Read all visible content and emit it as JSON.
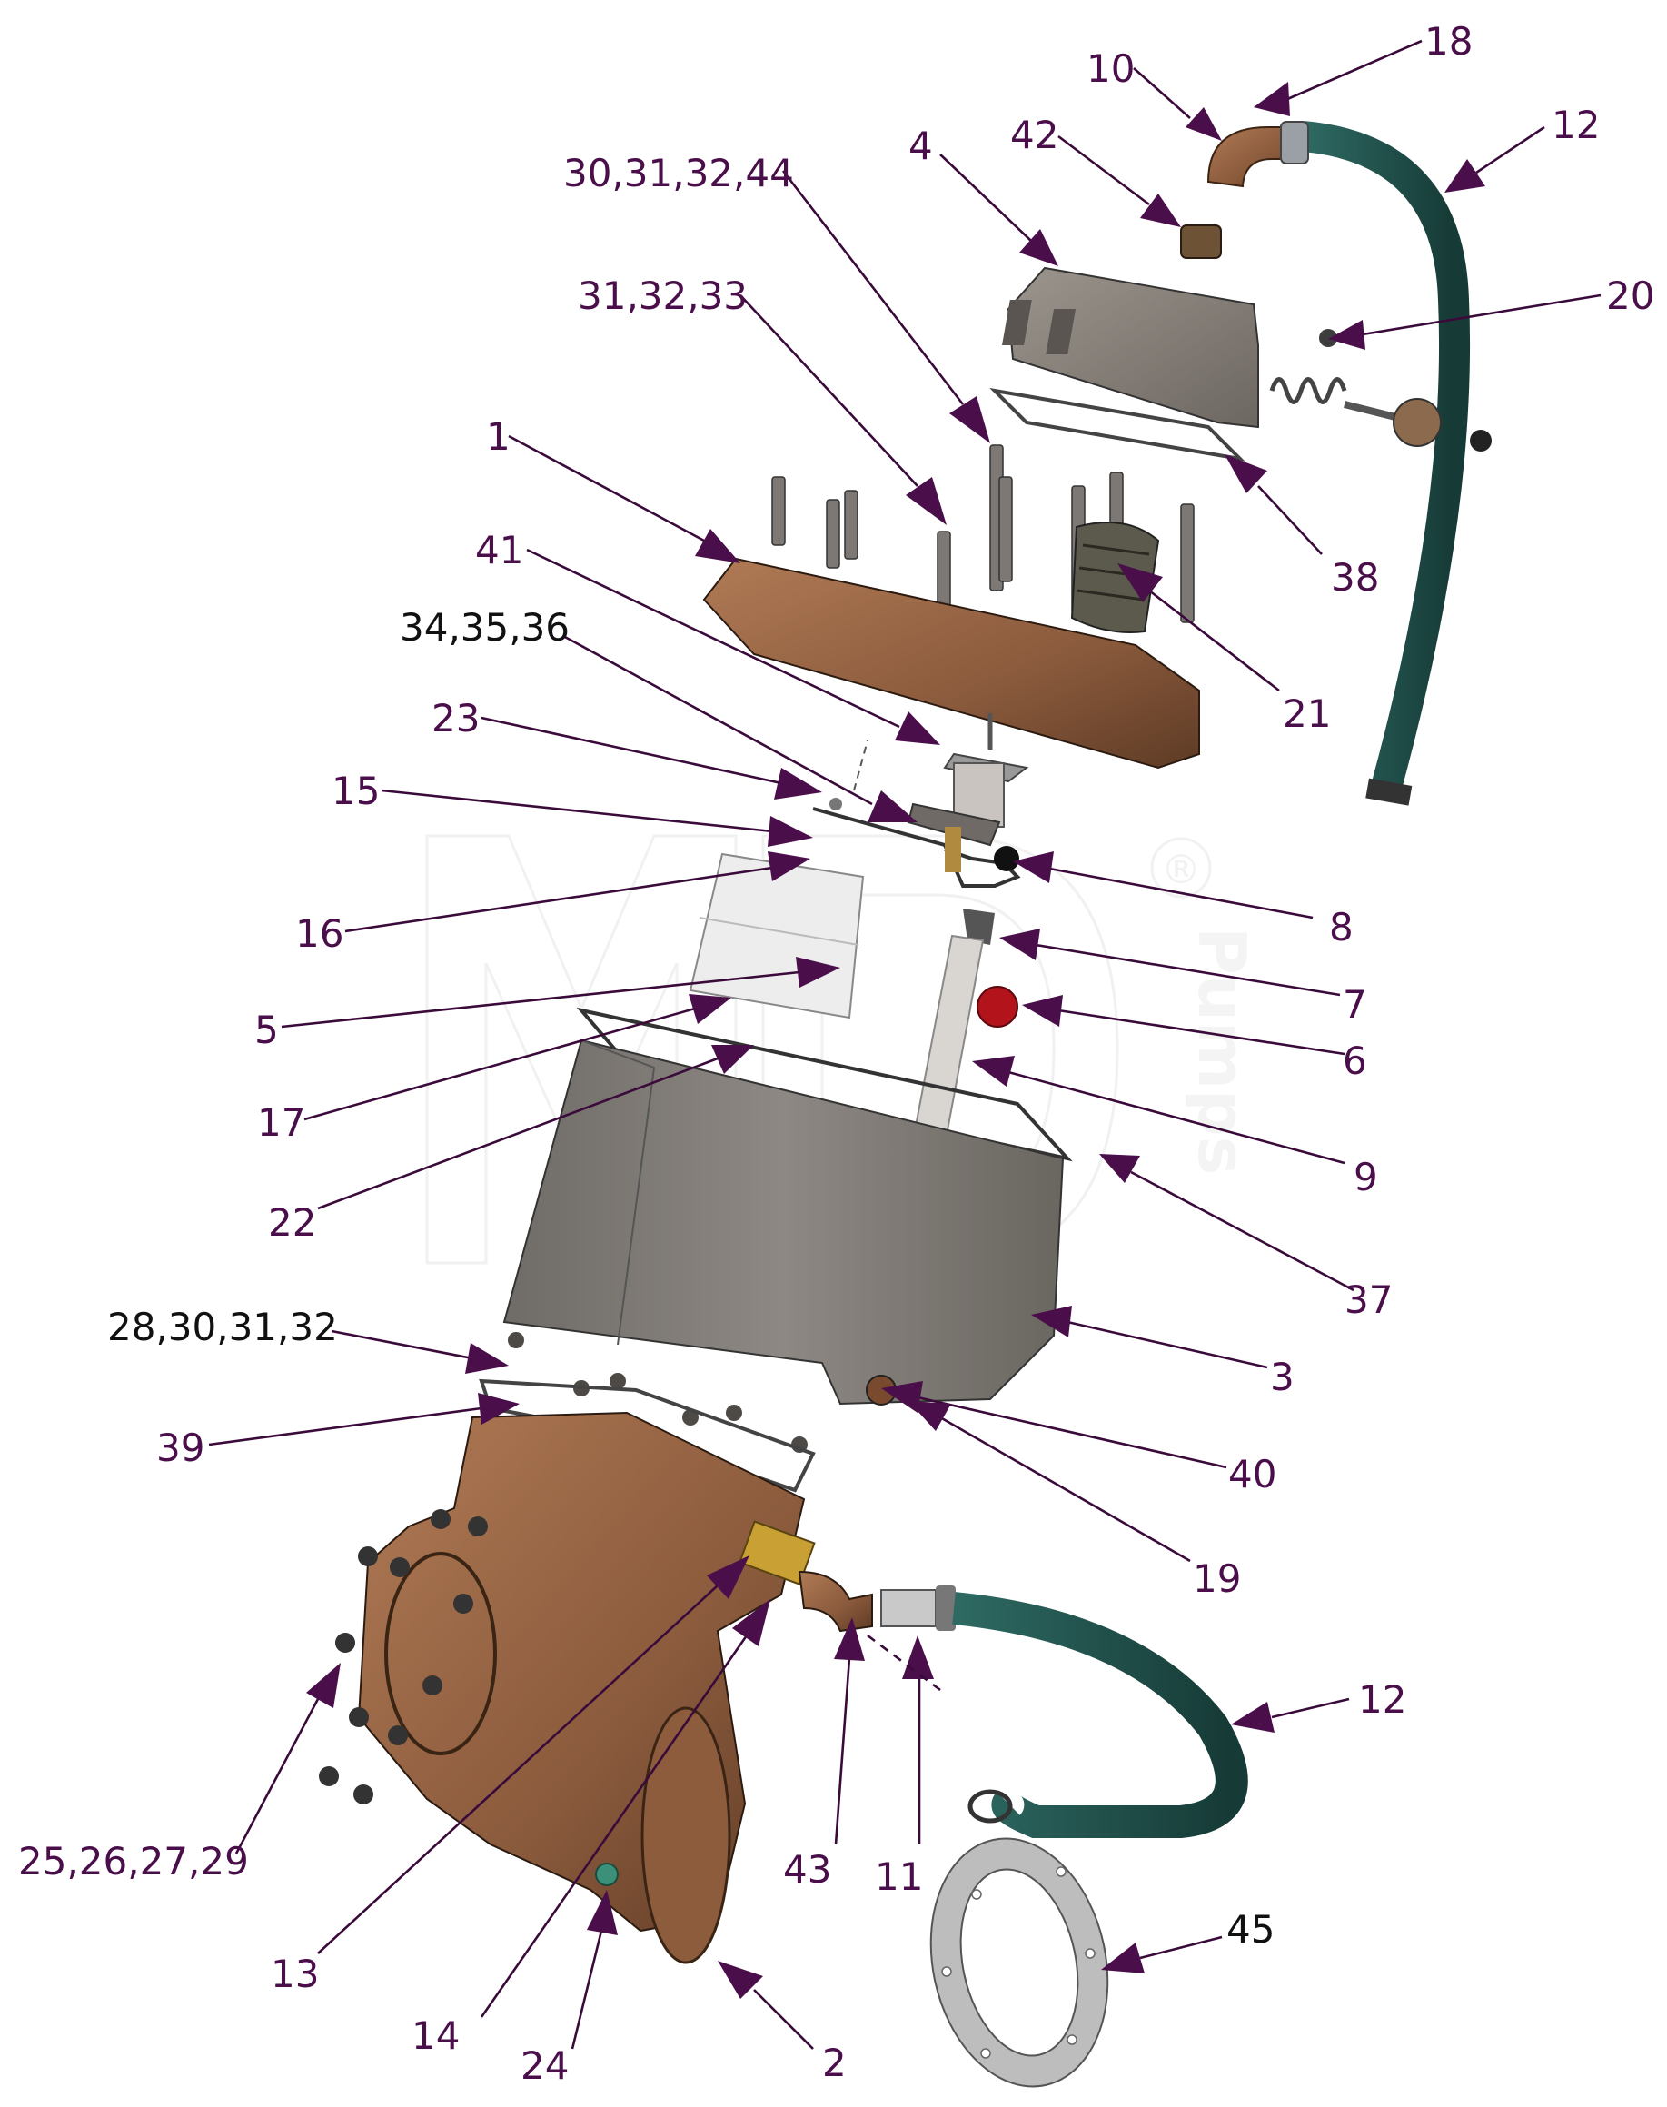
{
  "diagram": {
    "title": "",
    "watermark": {
      "brand": "MD",
      "registered_mark": "®",
      "word": "Pumps"
    },
    "colors": {
      "label_color": "#4a0f4a",
      "black_label_color": "#111111",
      "leader_color": "#3a0a3a",
      "bronze": "#8a5a3c",
      "steel": "#8b8680",
      "hose": "#1f4a45",
      "ring": "#b9b9b9",
      "red_ball": "#b3141c"
    },
    "callouts": [
      {
        "id": "c18",
        "text": "18"
      },
      {
        "id": "c10",
        "text": "10"
      },
      {
        "id": "c12a",
        "text": "12"
      },
      {
        "id": "c42",
        "text": "42"
      },
      {
        "id": "c4",
        "text": "4"
      },
      {
        "id": "c30group",
        "text": "30,31,32,44"
      },
      {
        "id": "c31group",
        "text": "31,32,33"
      },
      {
        "id": "c20",
        "text": "20"
      },
      {
        "id": "c1",
        "text": "1"
      },
      {
        "id": "c38",
        "text": "38"
      },
      {
        "id": "c41",
        "text": "41"
      },
      {
        "id": "c34group",
        "text": "34,35,36"
      },
      {
        "id": "c21",
        "text": "21"
      },
      {
        "id": "c23",
        "text": "23"
      },
      {
        "id": "c15",
        "text": "15"
      },
      {
        "id": "c8",
        "text": "8"
      },
      {
        "id": "c16",
        "text": "16"
      },
      {
        "id": "c7",
        "text": "7"
      },
      {
        "id": "c5",
        "text": "5"
      },
      {
        "id": "c6",
        "text": "6"
      },
      {
        "id": "c17",
        "text": "17"
      },
      {
        "id": "c9",
        "text": "9"
      },
      {
        "id": "c22",
        "text": "22"
      },
      {
        "id": "c37",
        "text": "37"
      },
      {
        "id": "c28group",
        "text": "28,30,31,32"
      },
      {
        "id": "c3",
        "text": "3"
      },
      {
        "id": "c39",
        "text": "39"
      },
      {
        "id": "c40",
        "text": "40"
      },
      {
        "id": "c19",
        "text": "19"
      },
      {
        "id": "c12b",
        "text": "12"
      },
      {
        "id": "c25group",
        "text": "25,26,27,29"
      },
      {
        "id": "c43",
        "text": "43"
      },
      {
        "id": "c11",
        "text": "11"
      },
      {
        "id": "c45",
        "text": "45"
      },
      {
        "id": "c13",
        "text": "13"
      },
      {
        "id": "c14",
        "text": "14"
      },
      {
        "id": "c24",
        "text": "24"
      },
      {
        "id": "c2",
        "text": "2"
      }
    ]
  }
}
